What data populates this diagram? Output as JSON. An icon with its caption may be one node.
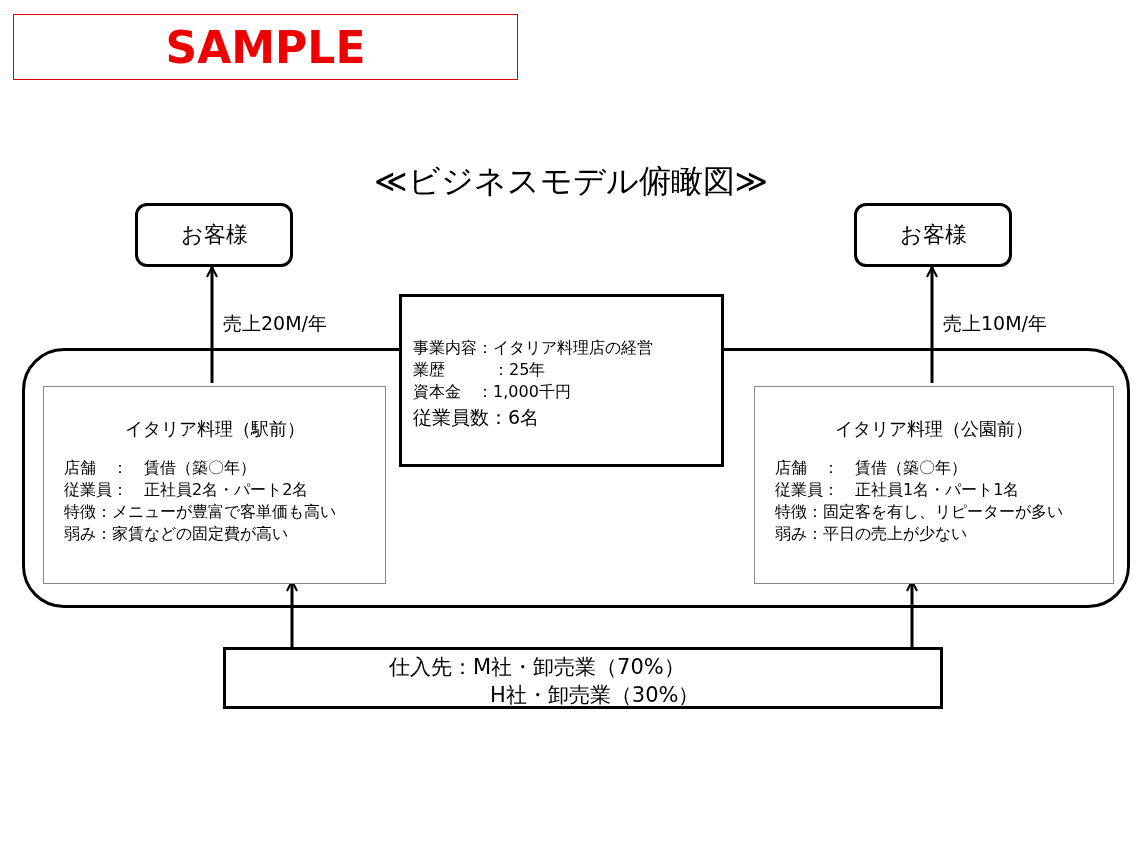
{
  "diagram": {
    "title": "≪ビジネスモデル俯瞰図≫",
    "nodes": [
      {
        "text": [
          "SAMPLE"
        ]
      },
      {
        "text": [
          "お客様"
        ]
      },
      {
        "text": [
          "お客様"
        ]
      },
      {
        "text": [],
        "shape": "box"
      },
      {
        "text": [
          "イタリア料理（駅前）",
          "店舗　：　賃借（築〇年）",
          "従業員：　正社員2名・パート2名",
          "特徴：メニューが豊富で客単価も高い",
          "弱み：家賃などの固定費が高い"
        ],
        "in": 3
      },
      {
        "text": [
          "事業内容：イタリア料理店の経営",
          "業歴　　　：25年",
          "資本金　：1,000千円",
          "従業員数：6名"
        ]
      },
      {
        "text": [
          "イタリア料理（公園前）",
          "店舗　：　賃借（築〇年）",
          "従業員：　正社員1名・パート1名",
          "特徴：固定客を有し、リピーターが多い",
          "弱み：平日の売上が少ない"
        ],
        "in": 3
      },
      {
        "text": [
          "仕入先：M社・卸売業（70%）",
          "H社・卸売業（30%）"
        ]
      }
    ],
    "edges": [
      {
        "from": 4,
        "to": 1,
        "arrow": "to",
        "label": "売上20M/年"
      },
      {
        "from": 6,
        "to": 2,
        "arrow": "to",
        "label": "売上10M/年"
      },
      {
        "from": 7,
        "to": 4,
        "arrow": "to"
      },
      {
        "from": 7,
        "to": 6,
        "arrow": "to"
      }
    ]
  }
}
